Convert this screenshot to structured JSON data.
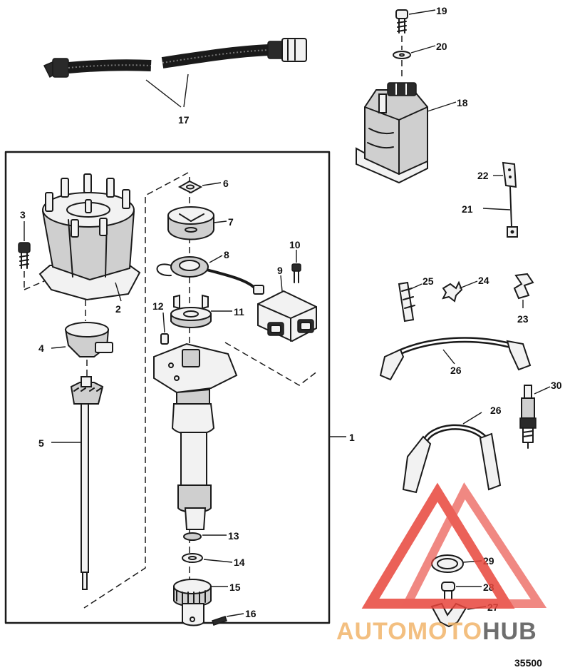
{
  "diagram": {
    "callouts": {
      "c1": "1",
      "c2": "2",
      "c3": "3",
      "c4": "4",
      "c5": "5",
      "c6": "6",
      "c7": "7",
      "c8": "8",
      "c9": "9",
      "c10": "10",
      "c11": "11",
      "c12": "12",
      "c13": "13",
      "c14": "14",
      "c15": "15",
      "c16": "16",
      "c17": "17",
      "c18": "18",
      "c19": "19",
      "c20": "20",
      "c21": "21",
      "c22": "22",
      "c23": "23",
      "c24": "24",
      "c25": "25",
      "c26a": "26",
      "c26b": "26",
      "c27": "27",
      "c28": "28",
      "c29": "29",
      "c30": "30"
    },
    "drawing_code": "35500"
  },
  "watermark": {
    "brand_part1": "AUTOMOTO",
    "brand_part2": "HUB",
    "brand_color": "#e8463c",
    "brand_color_light": "#f3b6a8",
    "brand_dark": "#555555"
  }
}
